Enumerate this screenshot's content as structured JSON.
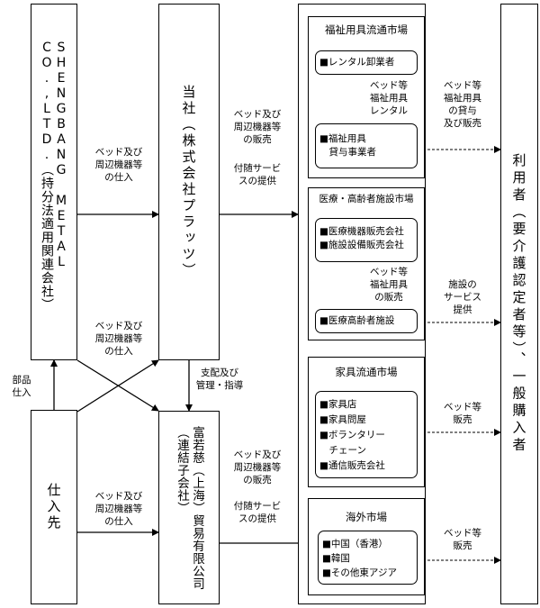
{
  "entities": {
    "shengbang": "SHENGBANG METAL\nCO.,LTD.（持分法適用関連会社）",
    "company": "当社（株式会社プラッツ）",
    "subsidiary": "富若慈（上海）貿易有限公司\n（連結子会社）",
    "supplier": "仕入先",
    "users": "利用者（要介護認定者等）、一般購入者"
  },
  "flows": {
    "bed_purchase_top": "ベッド及び\n周辺機器等\nの仕入",
    "bed_purchase_mid": "ベッド及び\n周辺機器等\nの仕入",
    "bed_purchase_bottom": "ベッド及び\n周辺機器等\nの仕入",
    "parts_purchase": "部品\n仕入",
    "sales_top": "ベッド及び\n周辺機器等\nの販売",
    "service_top": "付随サービ\nスの提供",
    "sales_bottom": "ベッド及び\n周辺機器等\nの販売",
    "service_bottom": "付随サービ\nスの提供",
    "control": "支配及び\n管理・指導"
  },
  "markets": {
    "welfare": {
      "title": "福祉用具流通市場",
      "wholesaler": "■レンタル卸業者",
      "inner_flow": "ベッド等\n福祉用具\nレンタル",
      "lender": "■福祉用具\n　貸与事業者",
      "to_user": "ベッド等\n福祉用具\nの貸与\n及び販売"
    },
    "medical": {
      "title": "医療・高齢者施設市場",
      "sellers": "■医療機器販売会社\n■施設設備販売会社",
      "inner_flow": "ベッド等\n福祉用具\nの販売",
      "facility": "■医療高齢者施設",
      "to_user": "施設の\nサービス\n提供"
    },
    "furniture": {
      "title": "家具流通市場",
      "list": "■家具店\n■家具問屋\n■ボランタリー\n　チェーン\n■通信販売会社",
      "to_user": "ベッド等\n販売"
    },
    "overseas": {
      "title": "海外市場",
      "list": "■中国（香港）\n■韓国\n■その他東アジア",
      "to_user": "ベッド等\n販売"
    }
  }
}
